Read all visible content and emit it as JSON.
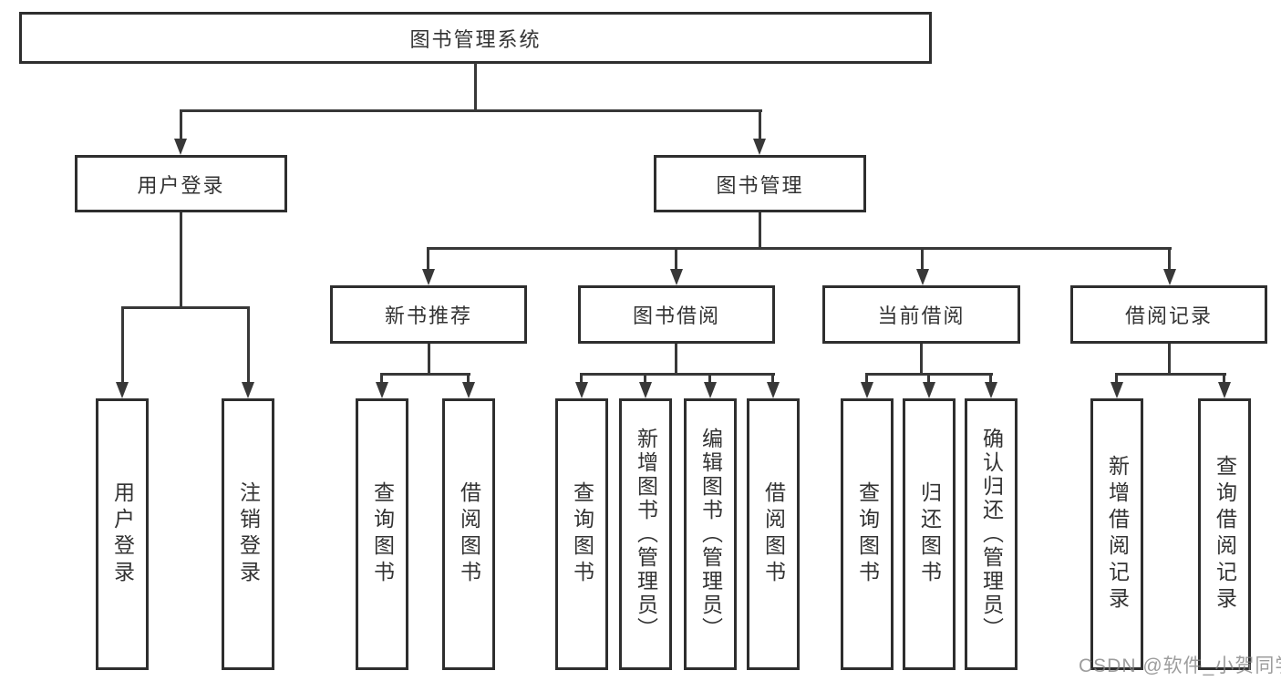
{
  "diagram": {
    "type": "hierarchy-tree",
    "colors": {
      "line": "#383838",
      "border": "#2e2e2e",
      "background": "#ffffff",
      "text": "#333333",
      "watermark": "#828282"
    },
    "watermark": "CSDN @软件_小贺同学",
    "nodes": {
      "root": {
        "label": "图书管理系统"
      },
      "user_login": {
        "label": "用户登录"
      },
      "book_mgmt": {
        "label": "图书管理"
      },
      "new_book_rec": {
        "label": "新书推荐"
      },
      "book_borrow": {
        "label": "图书借阅"
      },
      "current_borrow": {
        "label": "当前借阅"
      },
      "borrow_records": {
        "label": "借阅记录"
      },
      "leaf_user_login": {
        "label": "用户登录"
      },
      "leaf_logout": {
        "label": "注销登录"
      },
      "leaf_query_books_rec": {
        "label": "查询图书"
      },
      "leaf_borrow_books_rec": {
        "label": "借阅图书"
      },
      "leaf_query_books_borrow": {
        "label": "查询图书"
      },
      "leaf_add_book_admin": {
        "label": "新增图书（管理员）"
      },
      "leaf_edit_book_admin": {
        "label": "编辑图书（管理员）"
      },
      "leaf_borrow_books_borrow": {
        "label": "借阅图书"
      },
      "leaf_query_books_current": {
        "label": "查询图书"
      },
      "leaf_return_book": {
        "label": "归还图书"
      },
      "leaf_confirm_return_admin": {
        "label": "确认归还（管理员）"
      },
      "leaf_add_borrow_record": {
        "label": "新增借阅记录"
      },
      "leaf_query_borrow_record": {
        "label": "查询借阅记录"
      }
    },
    "edges": [
      [
        "root",
        "user_login"
      ],
      [
        "root",
        "book_mgmt"
      ],
      [
        "user_login",
        "leaf_user_login"
      ],
      [
        "user_login",
        "leaf_logout"
      ],
      [
        "book_mgmt",
        "new_book_rec"
      ],
      [
        "book_mgmt",
        "book_borrow"
      ],
      [
        "book_mgmt",
        "current_borrow"
      ],
      [
        "book_mgmt",
        "borrow_records"
      ],
      [
        "new_book_rec",
        "leaf_query_books_rec"
      ],
      [
        "new_book_rec",
        "leaf_borrow_books_rec"
      ],
      [
        "book_borrow",
        "leaf_query_books_borrow"
      ],
      [
        "book_borrow",
        "leaf_add_book_admin"
      ],
      [
        "book_borrow",
        "leaf_edit_book_admin"
      ],
      [
        "book_borrow",
        "leaf_borrow_books_borrow"
      ],
      [
        "current_borrow",
        "leaf_query_books_current"
      ],
      [
        "current_borrow",
        "leaf_return_book"
      ],
      [
        "current_borrow",
        "leaf_confirm_return_admin"
      ],
      [
        "borrow_records",
        "leaf_add_borrow_record"
      ],
      [
        "borrow_records",
        "leaf_query_borrow_record"
      ]
    ]
  }
}
